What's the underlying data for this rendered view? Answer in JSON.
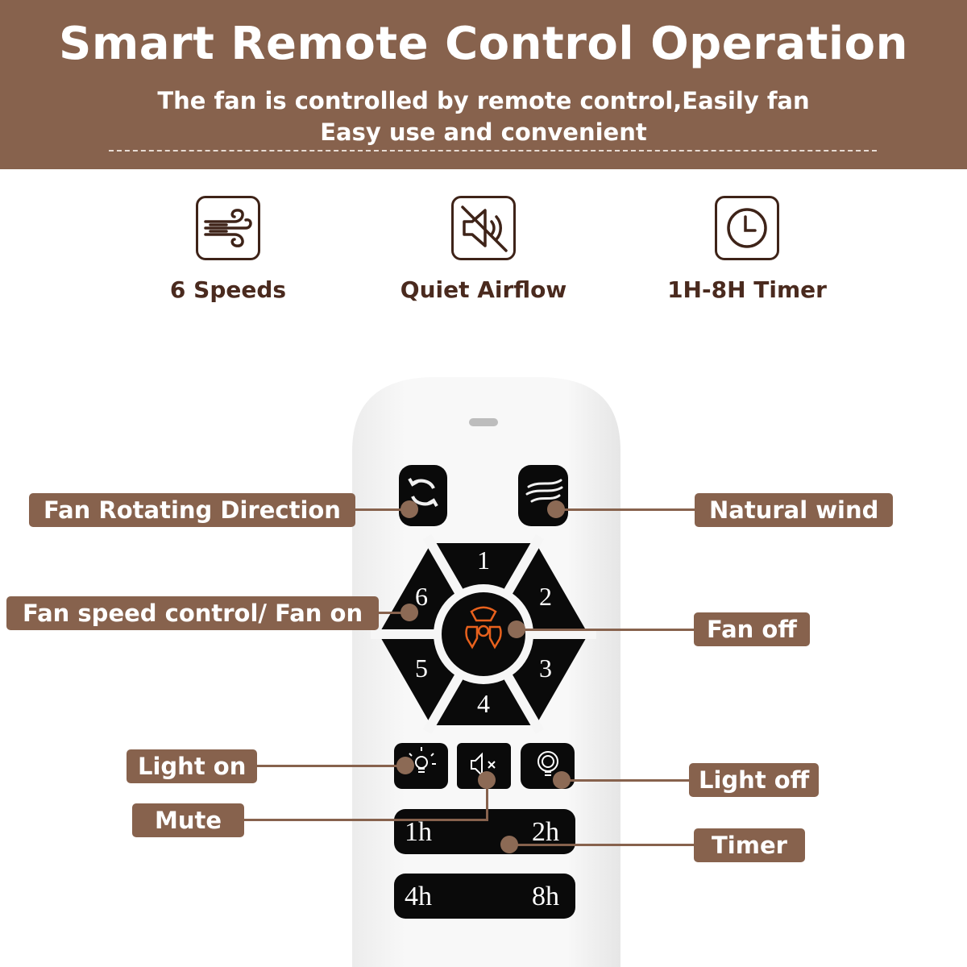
{
  "header": {
    "title": "Smart Remote Control Operation",
    "subtitle_line1": "The fan is controlled by remote control,Easily fan",
    "subtitle_line2": "Easy use and convenient"
  },
  "features": [
    {
      "icon": "wind-icon",
      "label": "6 Speeds"
    },
    {
      "icon": "mute-speaker-icon",
      "label": "Quiet Airflow"
    },
    {
      "icon": "clock-icon",
      "label": "1H-8H Timer"
    }
  ],
  "remote": {
    "speed_keys": [
      "1",
      "2",
      "3",
      "4",
      "5",
      "6"
    ],
    "timer_keys": [
      "1h",
      "2h",
      "4h",
      "8h"
    ]
  },
  "callouts": {
    "fan_rotating_direction": "Fan Rotating Direction",
    "natural_wind": "Natural wind",
    "fan_speed_control": "Fan speed control/ Fan on",
    "fan_off": "Fan off",
    "light_on": "Light on",
    "light_off": "Light off",
    "mute": "Mute",
    "timer": "Timer"
  },
  "colors": {
    "brand": "#87624d",
    "dark_brown": "#3e2318",
    "accent_orange": "#e8611d"
  }
}
